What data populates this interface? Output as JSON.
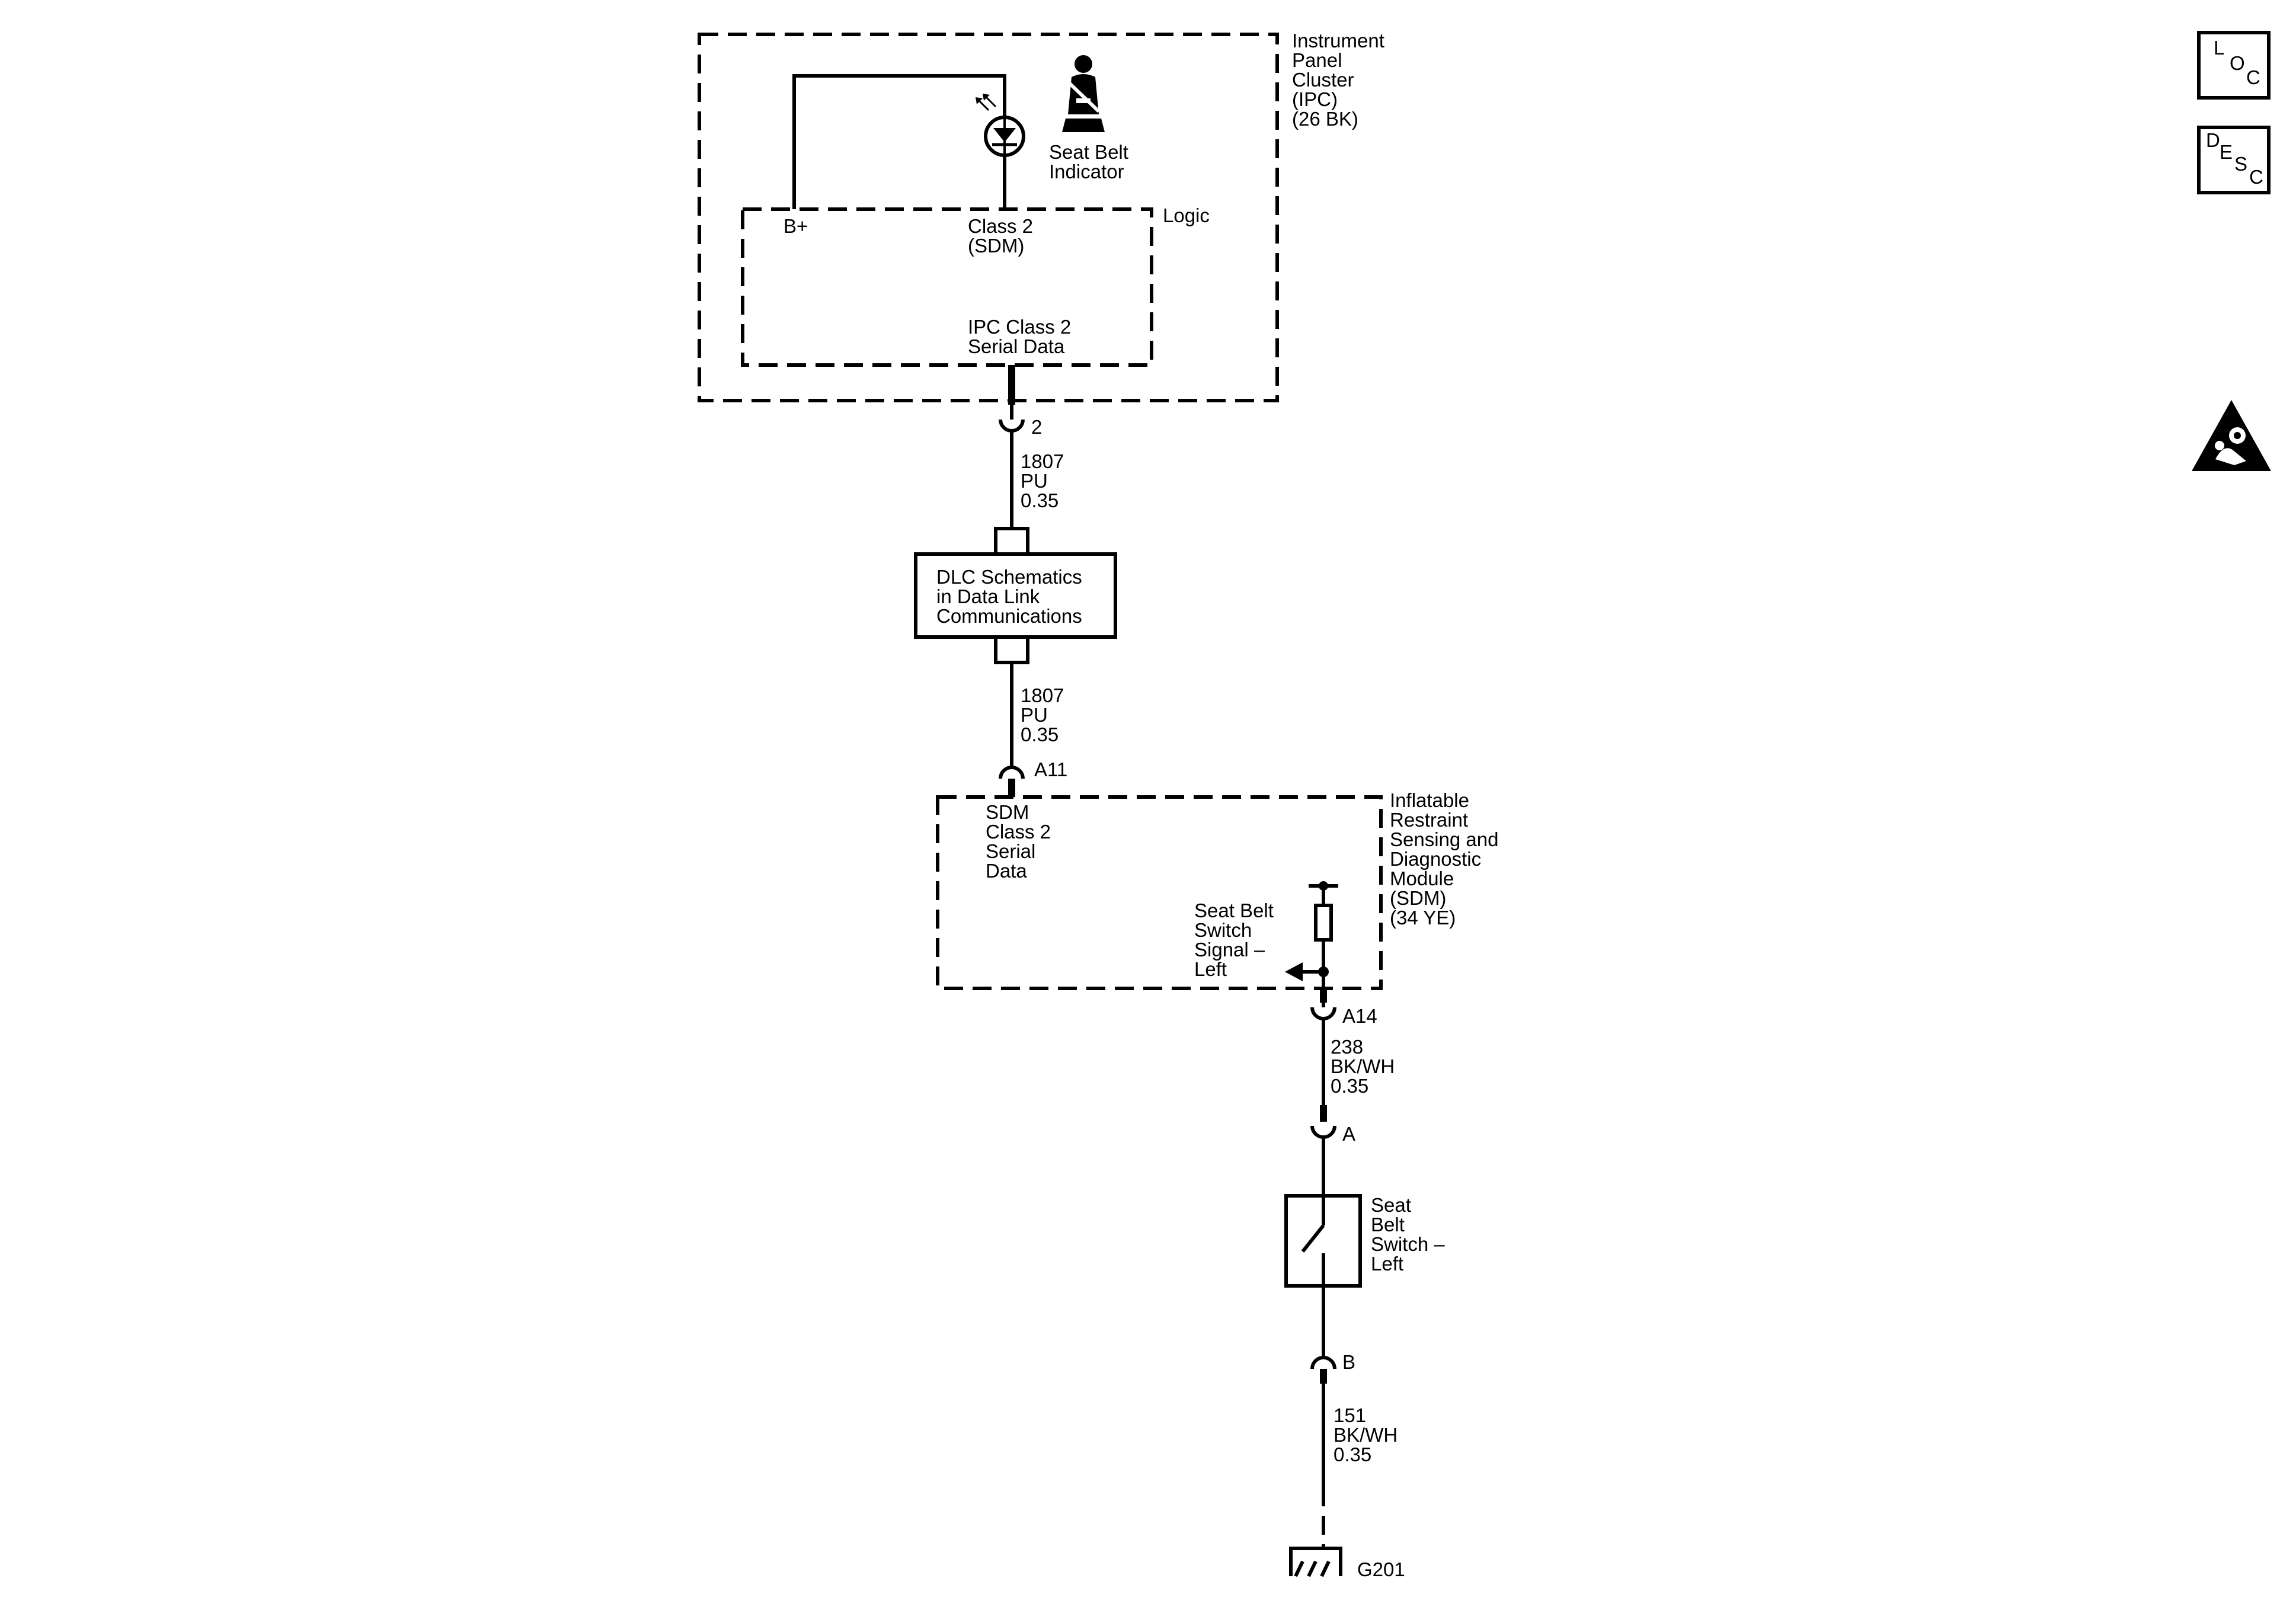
{
  "ipc": {
    "label_lines": [
      "Instrument",
      "Panel",
      "Cluster",
      "(IPC)",
      "(26 BK)"
    ],
    "seat_belt_indicator_lines": [
      "Seat Belt",
      "Indicator"
    ],
    "logic_label": "Logic",
    "bplus_label": "B+",
    "class2_lines": [
      "Class 2",
      "(SDM)"
    ],
    "serial_lines": [
      "IPC Class 2",
      "Serial Data"
    ]
  },
  "connector_2": "2",
  "wire_1807_upper": [
    "1807",
    "PU",
    "0.35"
  ],
  "dlc_lines": [
    "DLC Schematics",
    "in Data Link",
    "Communications"
  ],
  "wire_1807_lower": [
    "1807",
    "PU",
    "0.35"
  ],
  "connector_a11": "A11",
  "sdm": {
    "label_lines": [
      "Inflatable",
      "Restraint",
      "Sensing and",
      "Diagnostic",
      "Module",
      "(SDM)",
      "(34 YE)"
    ],
    "class2_lines": [
      "SDM",
      "Class 2",
      "Serial",
      "Data"
    ],
    "switch_signal_lines": [
      "Seat Belt",
      "Switch",
      "Signal –",
      "Left"
    ]
  },
  "connector_a14": "A14",
  "wire_238": [
    "238",
    "BK/WH",
    "0.35"
  ],
  "connector_a": "A",
  "switch_lines": [
    "Seat",
    "Belt",
    "Switch –",
    "Left"
  ],
  "connector_b": "B",
  "wire_151": [
    "151",
    "BK/WH",
    "0.35"
  ],
  "ground_label": "G201",
  "side_icons": {
    "loc": [
      "L",
      "O",
      "C"
    ],
    "desc": [
      "D",
      "E",
      "S",
      "C"
    ]
  }
}
